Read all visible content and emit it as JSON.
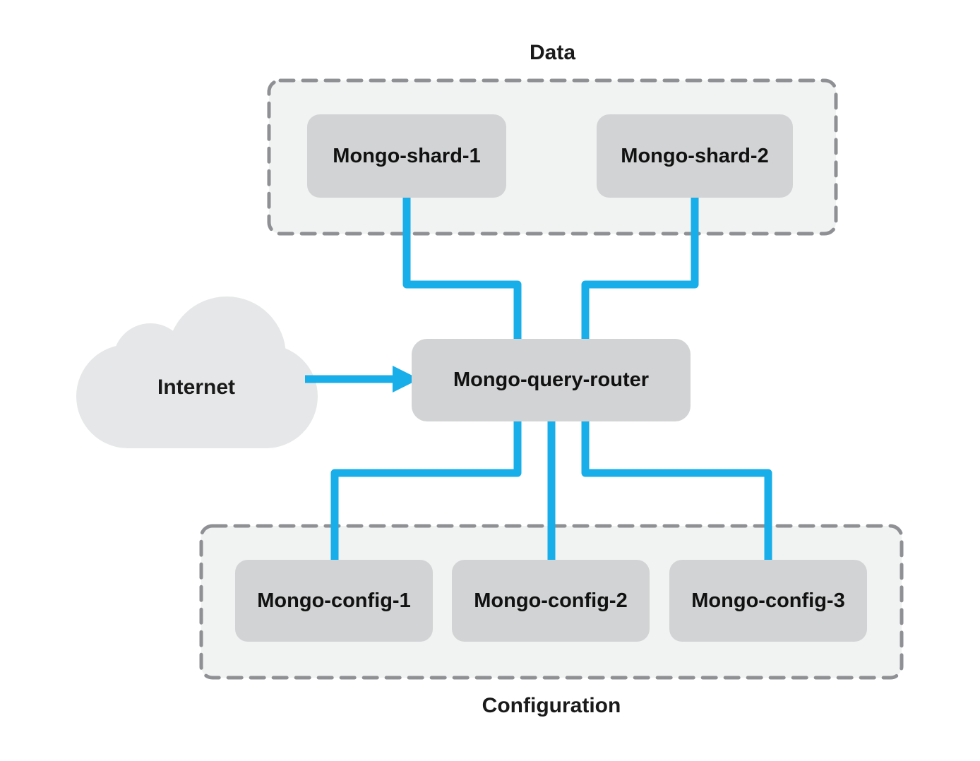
{
  "diagram_type": "architecture",
  "groups": {
    "data": {
      "label": "Data",
      "nodes": [
        "Mongo-shard-1",
        "Mongo-shard-2"
      ]
    },
    "configuration": {
      "label": "Configuration",
      "nodes": [
        "Mongo-config-1",
        "Mongo-config-2",
        "Mongo-config-3"
      ]
    }
  },
  "nodes": {
    "internet": {
      "label": "Internet",
      "shape": "cloud"
    },
    "shard1": {
      "label": "Mongo-shard-1",
      "shape": "rounded-rect"
    },
    "shard2": {
      "label": "Mongo-shard-2",
      "shape": "rounded-rect"
    },
    "router": {
      "label": "Mongo-query-router",
      "shape": "rounded-rect"
    },
    "config1": {
      "label": "Mongo-config-1",
      "shape": "rounded-rect"
    },
    "config2": {
      "label": "Mongo-config-2",
      "shape": "rounded-rect"
    },
    "config3": {
      "label": "Mongo-config-3",
      "shape": "rounded-rect"
    }
  },
  "edges": [
    {
      "from": "Internet",
      "to": "Mongo-query-router",
      "style": "arrow"
    },
    {
      "from": "Mongo-shard-1",
      "to": "Mongo-query-router",
      "style": "line"
    },
    {
      "from": "Mongo-shard-2",
      "to": "Mongo-query-router",
      "style": "line"
    },
    {
      "from": "Mongo-query-router",
      "to": "Mongo-config-1",
      "style": "line"
    },
    {
      "from": "Mongo-query-router",
      "to": "Mongo-config-2",
      "style": "line"
    },
    {
      "from": "Mongo-query-router",
      "to": "Mongo-config-3",
      "style": "line"
    }
  ],
  "colors": {
    "connector_blue": "#18AEE9",
    "node_fill": "#D1D3D4",
    "group_fill": "#F1F2F2",
    "group_border": "#8E9093",
    "cloud_fill": "#E6E7E8",
    "text": "#1A1A1A",
    "background": "#FFFFFF"
  }
}
